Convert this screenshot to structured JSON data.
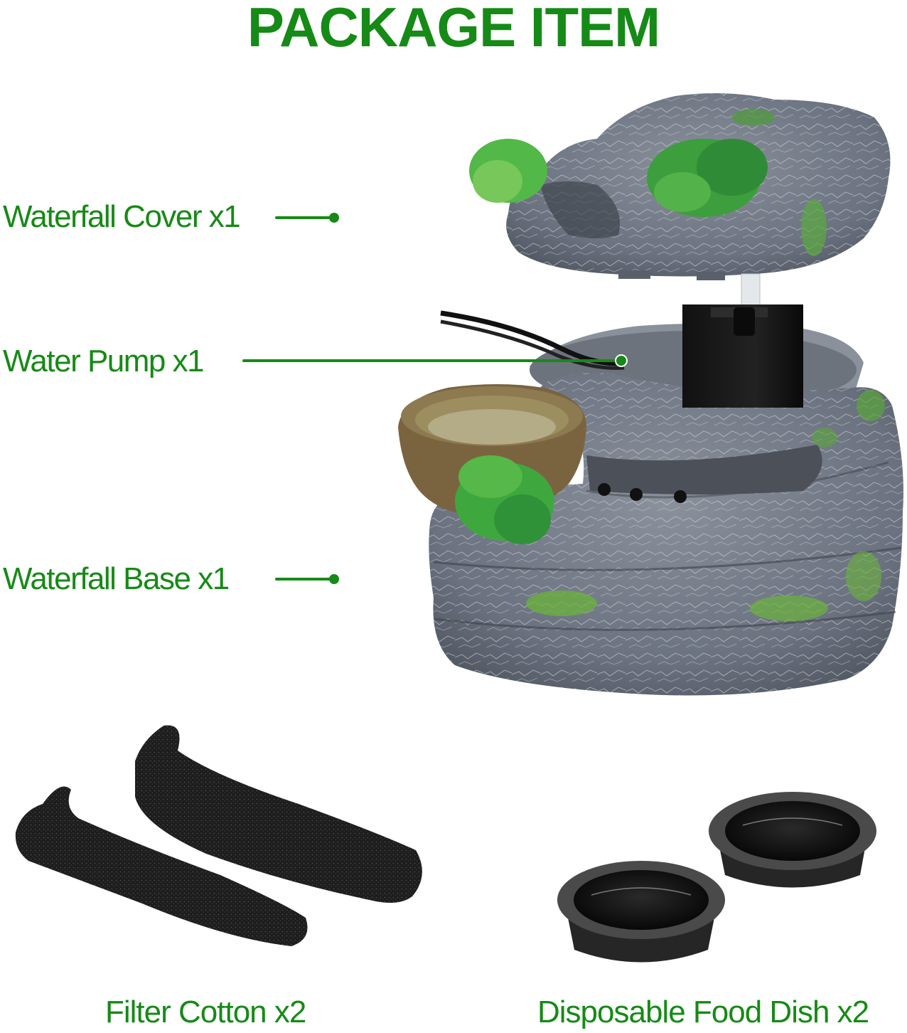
{
  "colors": {
    "accent_green": "#168a16",
    "background": "#ffffff",
    "stone_gray": "#6f7682",
    "foam_black": "#1e1e1e",
    "dish_black": "#141414"
  },
  "header": {
    "title": "PACKAGE ITEM"
  },
  "callouts": [
    {
      "label": "Waterfall Cover x1",
      "icon": "waterfall-cover-image"
    },
    {
      "label": "Water Pump x1",
      "icon": "water-pump-image"
    },
    {
      "label": "Waterfall Base x1",
      "icon": "waterfall-base-image"
    }
  ],
  "bottom_items": [
    {
      "label": "Filter Cotton x2",
      "icon": "filter-sponge-image"
    },
    {
      "label": "Disposable Food Dish x2",
      "icon": "food-dish-image"
    }
  ]
}
